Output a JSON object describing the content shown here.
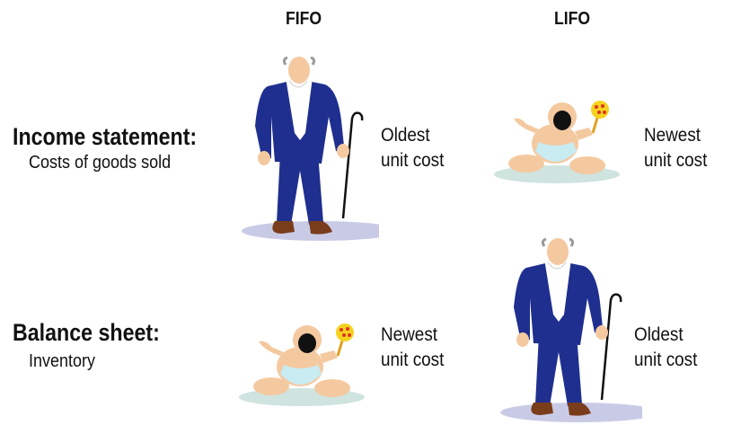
{
  "columns": {
    "fifo": "FIFO",
    "lifo": "LIFO"
  },
  "rows": {
    "income": {
      "title": "Income statement:",
      "subtitle": "Costs of goods sold"
    },
    "balance": {
      "title": "Balance sheet:",
      "subtitle": "Inventory"
    }
  },
  "labels": {
    "income_fifo": {
      "line1": "Oldest",
      "line2": "unit cost"
    },
    "income_lifo": {
      "line1": "Newest",
      "line2": "unit cost"
    },
    "balance_fifo": {
      "line1": "Newest",
      "line2": "unit cost"
    },
    "balance_lifo": {
      "line1": "Oldest",
      "line2": "unit cost"
    }
  },
  "figures": {
    "income_fifo": "old-man-icon",
    "income_lifo": "baby-icon",
    "balance_fifo": "baby-icon",
    "balance_lifo": "old-man-icon"
  },
  "colors": {
    "suit": "#1f2f8f",
    "skin": "#f4c9a0",
    "shadow": "#c9cbe6",
    "baby_shadow": "#cfe3df",
    "diaper": "#c9ebf2",
    "rattle": "#f5d21f"
  }
}
